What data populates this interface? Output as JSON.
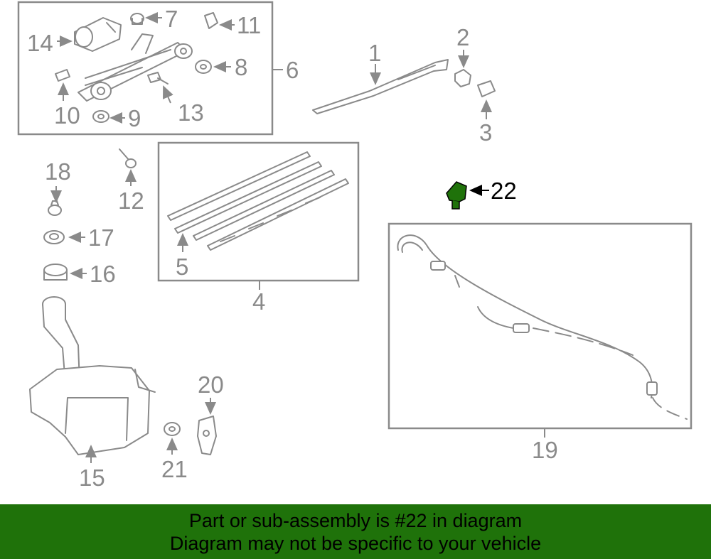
{
  "diagram": {
    "callouts": {
      "c1": "1",
      "c2": "2",
      "c3": "3",
      "c4": "4",
      "c5": "5",
      "c6": "6",
      "c7": "7",
      "c8": "8",
      "c9": "9",
      "c10": "10",
      "c11": "11",
      "c12": "12",
      "c13": "13",
      "c14": "14",
      "c15": "15",
      "c16": "16",
      "c17": "17",
      "c18": "18",
      "c19": "19",
      "c20": "20",
      "c21": "21",
      "c22": "22"
    },
    "highlight_color": "#1f720a",
    "line_color": "#8a8a8a"
  },
  "banner": {
    "line1": "Part or sub-assembly is #22 in diagram",
    "line2": "Diagram may not be specific to your vehicle",
    "background": "#1f720a"
  }
}
